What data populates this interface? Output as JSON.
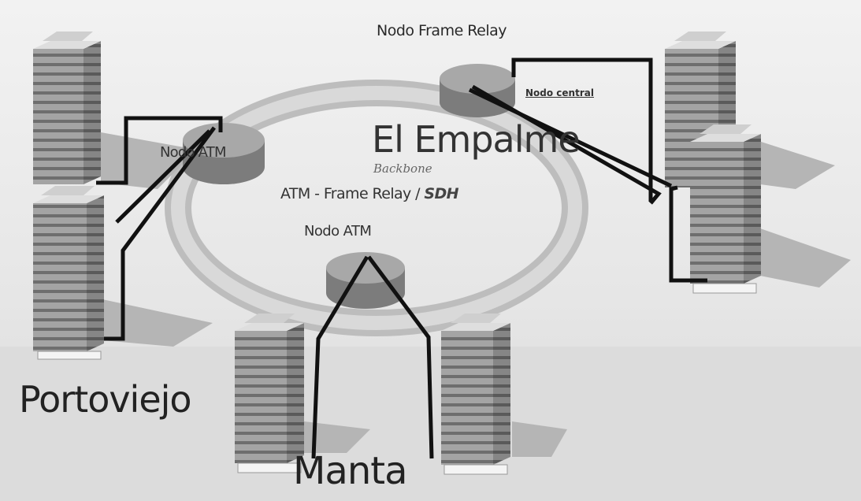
{
  "diagram": {
    "labels": {
      "frame_relay_node": "Nodo Frame Relay",
      "central_node": "Nodo central",
      "hub_city": "El Empalme",
      "backbone": "Backbone",
      "technology_main": "ATM - Frame Relay / ",
      "technology_sdh": "SDH",
      "atm_node_left": "Nodo ATM",
      "atm_node_bottom": "Nodo ATM",
      "city_left": "Portoviejo",
      "city_bottom": "Manta"
    },
    "colors": {
      "background": "#e9e9e9",
      "ring": "#c6c6c6",
      "node": "#8a8a8a",
      "building_face": "#9b9b9b",
      "connection_line": "#111111"
    },
    "icons": [
      "building-icon",
      "network-node-icon"
    ]
  }
}
